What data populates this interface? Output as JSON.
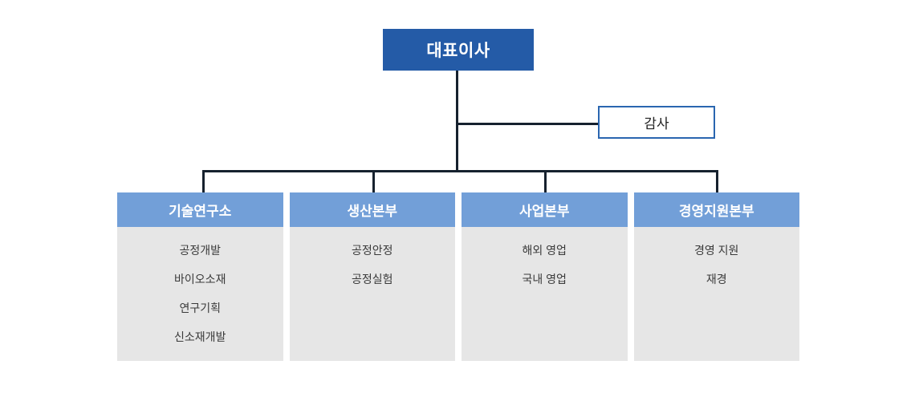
{
  "chart_type": "organization-chart",
  "colors": {
    "ceo_fill": "#245ba7",
    "ceo_text": "#ffffff",
    "auditor_border": "#2a66b0",
    "auditor_text": "#222222",
    "department_header_fill": "#729fd8",
    "department_header_text": "#ffffff",
    "department_body_fill": "#e6e6e6",
    "department_item_text": "#3a3a3a",
    "connector_line": "#16212e",
    "background": "#ffffff"
  },
  "root": {
    "label": "대표이사"
  },
  "staff": {
    "label": "감사"
  },
  "departments": [
    {
      "label": "기술연구소",
      "items": [
        "공정개발",
        "바이오소재",
        "연구기획",
        "신소재개발"
      ]
    },
    {
      "label": "생산본부",
      "items": [
        "공정안정",
        "공정실험"
      ]
    },
    {
      "label": "사업본부",
      "items": [
        "해외 영업",
        "국내 영업"
      ]
    },
    {
      "label": "경영지원본부",
      "items": [
        "경영 지원",
        "재경"
      ]
    }
  ]
}
